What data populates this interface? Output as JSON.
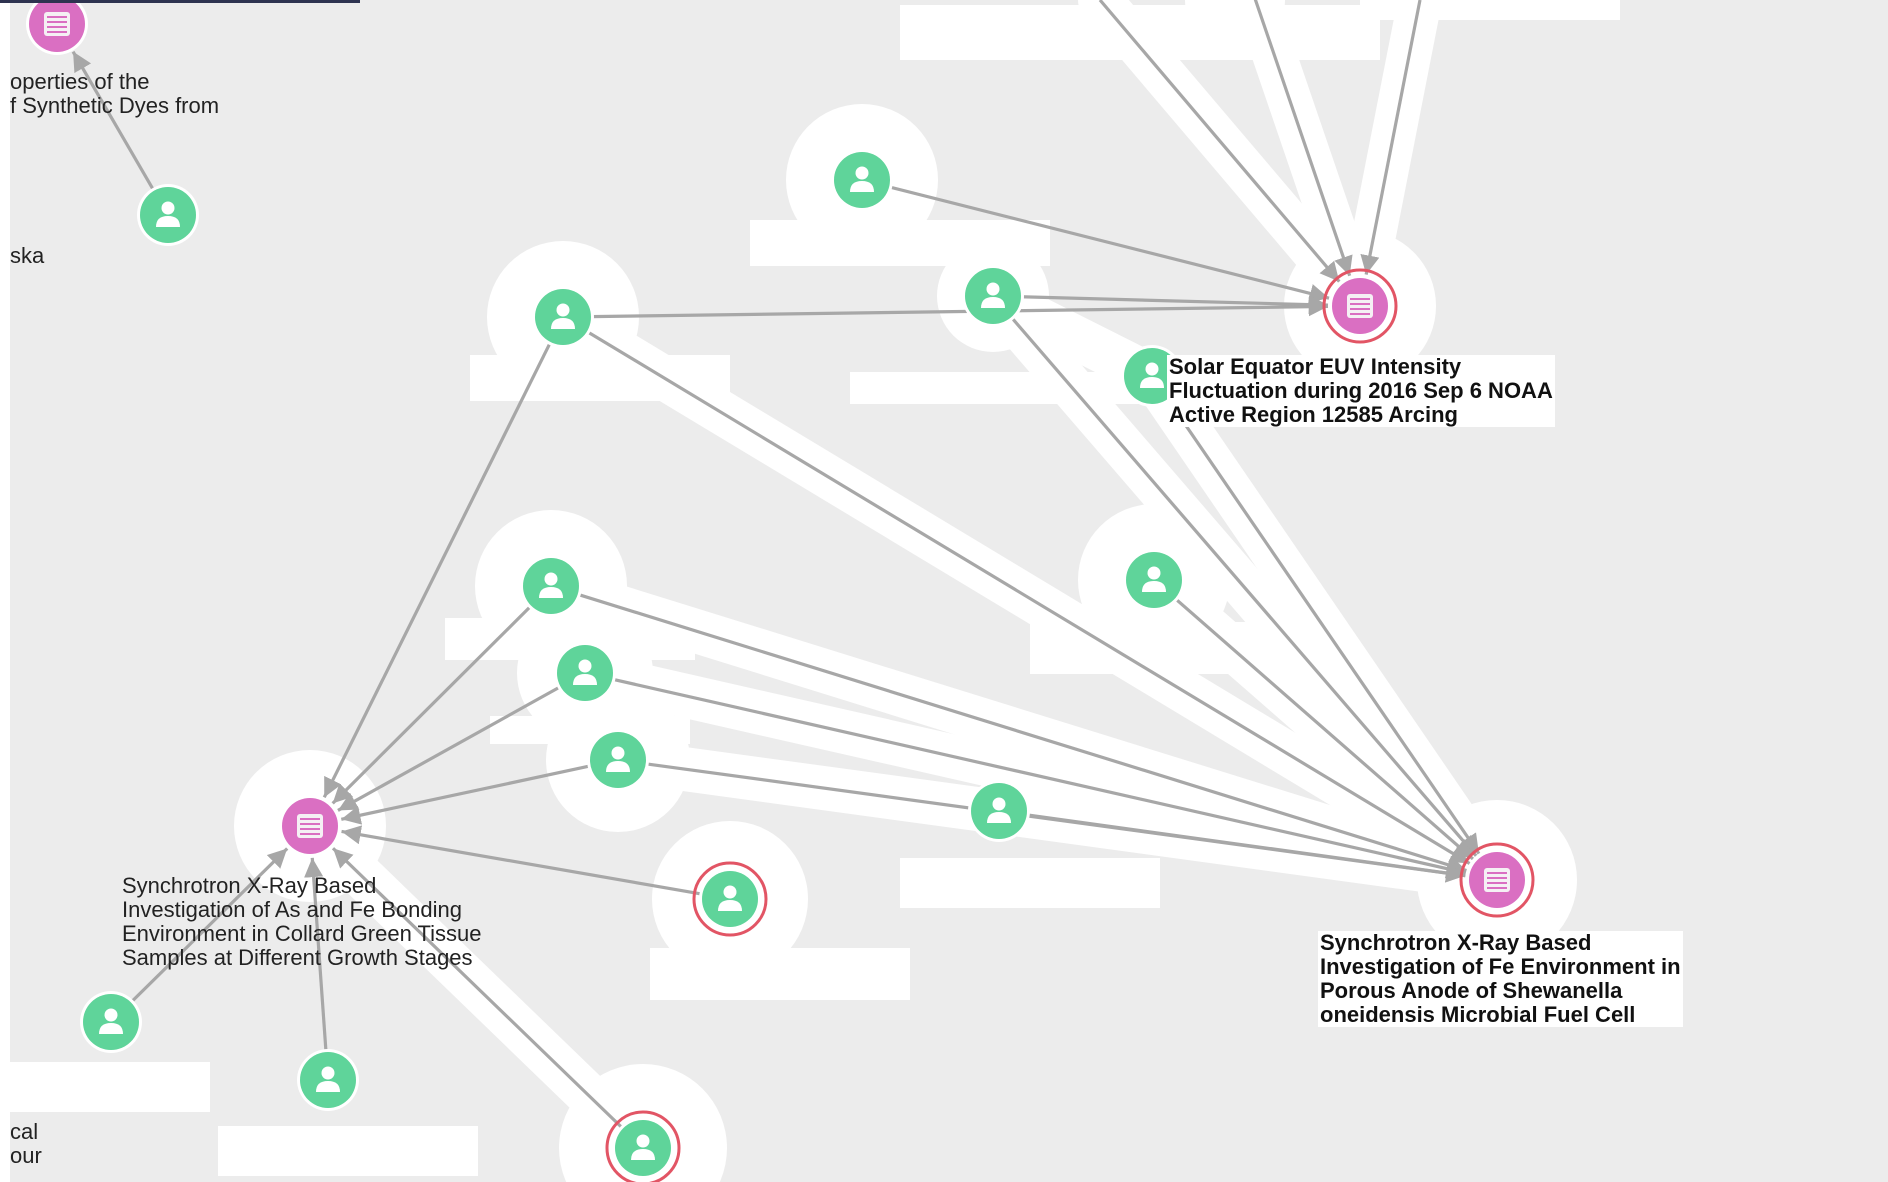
{
  "colors": {
    "background": "#ececec",
    "person_node": "#5fd49a",
    "article_node": "#da6fc2",
    "selected_ring": "#e25565",
    "edge": "#a7a7a7",
    "halo": "#ffffff"
  },
  "nodes": [
    {
      "id": "a1",
      "type": "article",
      "icon": "article-icon"
    },
    {
      "id": "a2",
      "type": "article",
      "icon": "article-icon",
      "selected": true
    },
    {
      "id": "a3",
      "type": "article",
      "icon": "article-icon",
      "selected": true
    },
    {
      "id": "a4",
      "type": "article",
      "icon": "article-icon"
    },
    {
      "id": "p1",
      "type": "person",
      "icon": "person-icon"
    },
    {
      "id": "p2",
      "type": "person",
      "icon": "person-icon"
    },
    {
      "id": "p3",
      "type": "person",
      "icon": "person-icon"
    },
    {
      "id": "p4",
      "type": "person",
      "icon": "person-icon"
    },
    {
      "id": "p5",
      "type": "person",
      "icon": "person-icon"
    },
    {
      "id": "p6",
      "type": "person",
      "icon": "person-icon"
    },
    {
      "id": "p7",
      "type": "person",
      "icon": "person-icon"
    },
    {
      "id": "p8",
      "type": "person",
      "icon": "person-icon"
    },
    {
      "id": "p9",
      "type": "person",
      "icon": "person-icon"
    },
    {
      "id": "p10",
      "type": "person",
      "icon": "person-icon"
    },
    {
      "id": "p11",
      "type": "person",
      "icon": "person-icon",
      "selected": true
    },
    {
      "id": "p12",
      "type": "person",
      "icon": "person-icon"
    },
    {
      "id": "p13",
      "type": "person",
      "icon": "person-icon"
    },
    {
      "id": "p14",
      "type": "person",
      "icon": "person-icon",
      "selected": true
    },
    {
      "id": "p15",
      "type": "person",
      "icon": "person-icon"
    }
  ],
  "edges": [
    {
      "from": "p15",
      "to": "a1"
    },
    {
      "from": "p1",
      "to": "a2"
    },
    {
      "from": "p2",
      "to": "a2"
    },
    {
      "from": "p3",
      "to": "a2"
    },
    {
      "from": "top1",
      "to": "a2"
    },
    {
      "from": "top2",
      "to": "a2"
    },
    {
      "from": "top3",
      "to": "a2"
    },
    {
      "from": "p2",
      "to": "a3"
    },
    {
      "from": "p3",
      "to": "a3"
    },
    {
      "from": "p4",
      "to": "a3"
    },
    {
      "from": "p5",
      "to": "a3"
    },
    {
      "from": "p6",
      "to": "a3"
    },
    {
      "from": "p7",
      "to": "a3"
    },
    {
      "from": "p8",
      "to": "a3"
    },
    {
      "from": "p9",
      "to": "a3"
    },
    {
      "from": "p2",
      "to": "a4"
    },
    {
      "from": "p6",
      "to": "a4"
    },
    {
      "from": "p7",
      "to": "a4"
    },
    {
      "from": "p8",
      "to": "a4"
    },
    {
      "from": "p11",
      "to": "a4"
    },
    {
      "from": "p12",
      "to": "a4"
    },
    {
      "from": "p13",
      "to": "a4"
    },
    {
      "from": "p14",
      "to": "a4"
    }
  ],
  "labels": {
    "a1": "operties of the\nf Synthetic Dyes from",
    "a2": "Solar Equator EUV Intensity\nFluctuation during 2016 Sep 6 NOAA\nActive Region 12585 Arcing",
    "a3": "Synchrotron X-Ray Based\nInvestigation of Fe Environment in\nPorous Anode of Shewanella\noneidensis Microbial Fuel Cell",
    "a4": "Synchrotron X-Ray Based\nInvestigation of As and Fe Bonding\nEnvironment in Collard Green Tissue\nSamples at Different Growth Stages",
    "p15": "ska",
    "left_bottom": "cal\nour"
  }
}
